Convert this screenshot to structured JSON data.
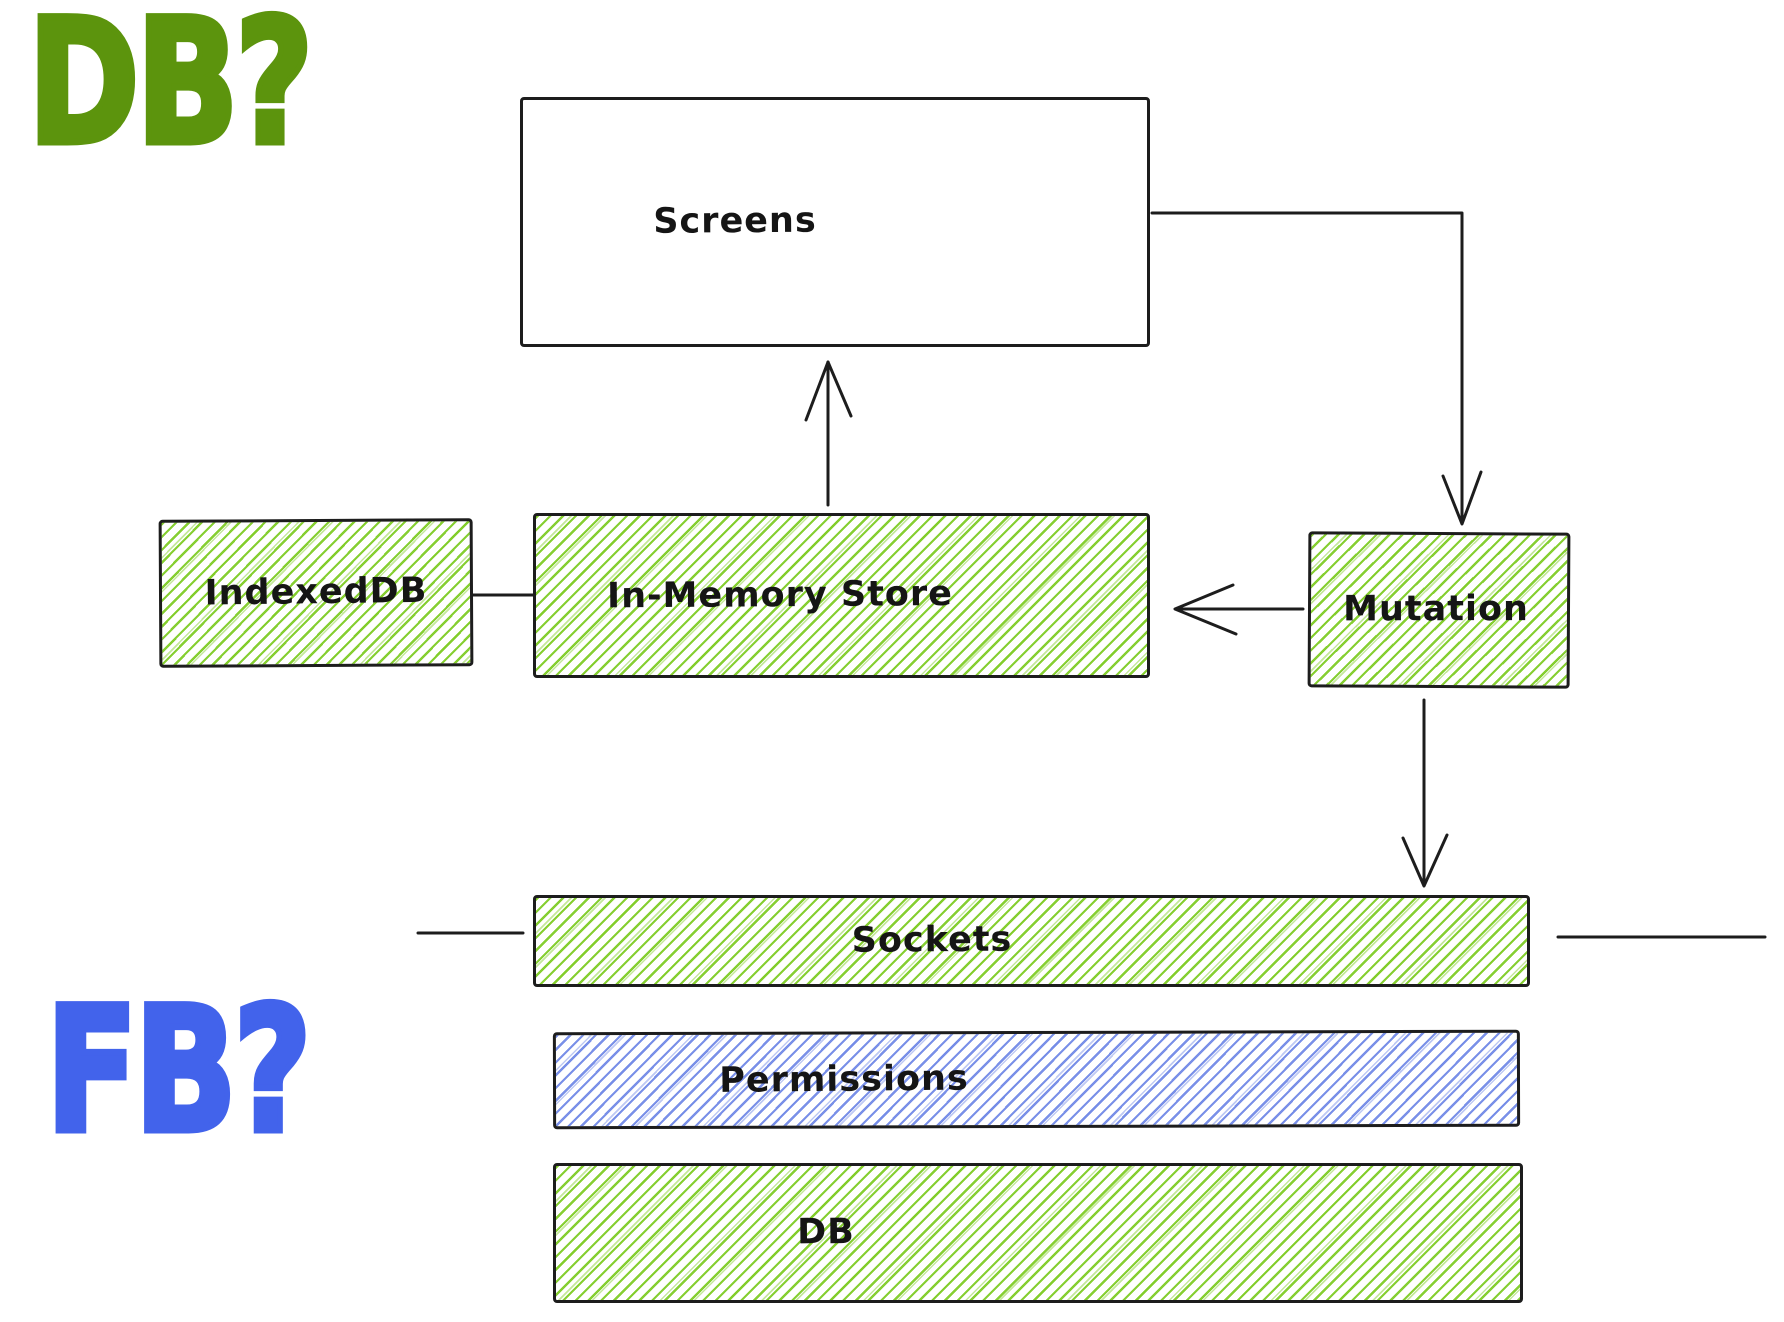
{
  "diagram": {
    "annotations": {
      "db_question": {
        "label": "DB?",
        "color": "#5c940d"
      },
      "fb_question": {
        "label": "FB?",
        "color": "#4263eb"
      }
    },
    "nodes": {
      "screens": {
        "label": "Screens",
        "fill": "white"
      },
      "indexeddb": {
        "label": "IndexedDB",
        "fill": "green-hatch"
      },
      "inmemory": {
        "label": "In-Memory Store",
        "fill": "green-hatch"
      },
      "mutation": {
        "label": "Mutation",
        "fill": "green-hatch"
      },
      "sockets": {
        "label": "Sockets",
        "fill": "green-hatch"
      },
      "permissions": {
        "label": "Permissions",
        "fill": "blue-hatch"
      },
      "db": {
        "label": "DB",
        "fill": "green-hatch"
      }
    },
    "edges": [
      {
        "from": "screens",
        "to": "mutation",
        "type": "arrow-elbow"
      },
      {
        "from": "inmemory",
        "to": "screens",
        "type": "arrow"
      },
      {
        "from": "mutation",
        "to": "inmemory",
        "type": "arrow"
      },
      {
        "from": "mutation",
        "to": "sockets",
        "type": "arrow"
      },
      {
        "from": "indexeddb",
        "to": "inmemory",
        "type": "line"
      },
      {
        "from": "sockets",
        "to": "",
        "type": "stub-line-left"
      },
      {
        "from": "sockets",
        "to": "",
        "type": "stub-line-right"
      }
    ],
    "colors": {
      "stroke": "#1d1d1d",
      "green_hatch": "#7ccb20",
      "blue_hatch": "#6e87e6",
      "note_green": "#5c940d",
      "note_blue": "#4263eb",
      "background": "#ffffff"
    }
  }
}
